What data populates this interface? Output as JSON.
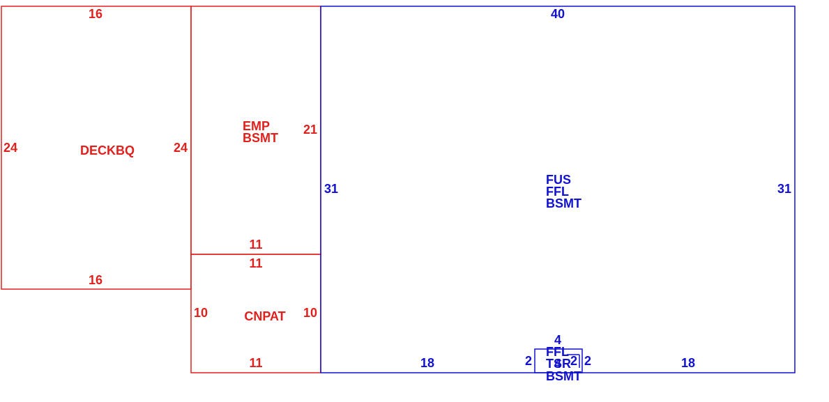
{
  "colors": {
    "annex": "#e0201c",
    "main": "#1010d0",
    "background": "#ffffff"
  },
  "areas": {
    "deck": {
      "name": "DECKBQ",
      "dims": {
        "top": "16",
        "bottom": "16",
        "left": "24",
        "right": "24"
      }
    },
    "emp": {
      "name_lines": [
        "EMP",
        "BSMT"
      ],
      "dims": {
        "right": "21",
        "bottom": "11"
      }
    },
    "cnpat": {
      "name": "CNPAT",
      "dims": {
        "top": "11",
        "bottom": "11",
        "left": "10",
        "right": "10"
      }
    },
    "main": {
      "name_lines": [
        "FUS",
        "FFL",
        "BSMT"
      ],
      "dims": {
        "top": "40",
        "left": "31",
        "right": "31",
        "bottom_left": "18",
        "bottom_right": "18"
      }
    },
    "bay": {
      "name_lines": [
        "FFL",
        "TSR",
        "BSMT"
      ],
      "dims": {
        "top": "4",
        "left": "2",
        "right": "2",
        "bottom": "4",
        "inner": "2"
      }
    }
  }
}
